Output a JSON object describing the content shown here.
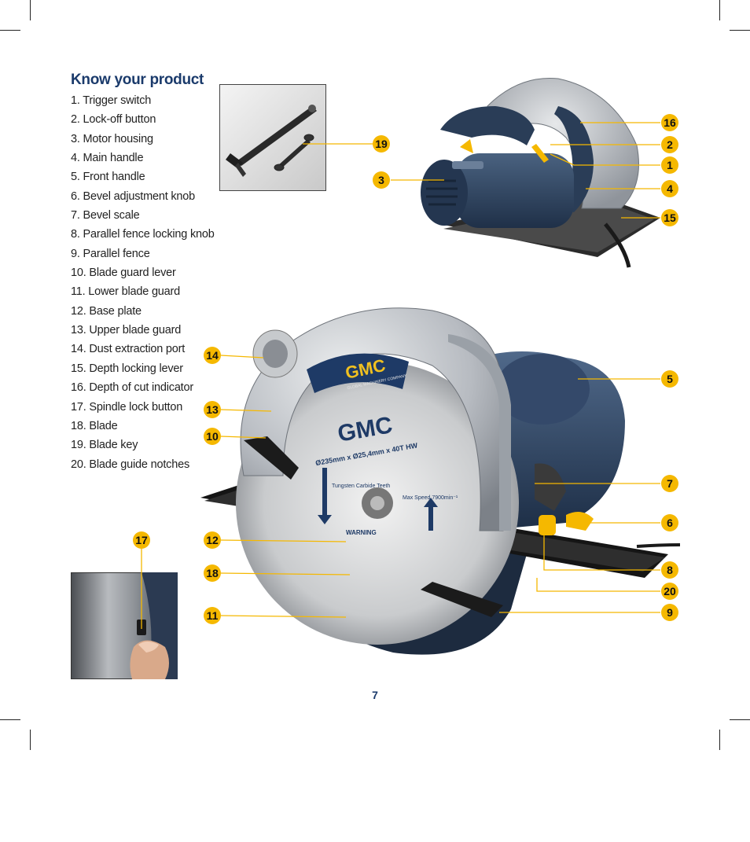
{
  "heading": "Know your product",
  "parts": [
    "1. Trigger switch",
    "2. Lock-off button",
    "3. Motor housing",
    "4. Main handle",
    "5. Front handle",
    "6. Bevel adjustment knob",
    "7. Bevel scale",
    "8. Parallel fence locking knob",
    "9. Parallel fence",
    "10. Blade guard lever",
    "11. Lower blade guard",
    "12. Base plate",
    "13. Upper blade guard",
    "14. Dust extraction port",
    "15. Depth locking lever",
    "16. Depth of cut indicator",
    "17. Spindle lock button",
    "18. Blade",
    "19. Blade key",
    "20. Blade guide notches"
  ],
  "callouts": {
    "c16": "16",
    "c2": "2",
    "c1": "1",
    "c4": "4",
    "c15": "15",
    "c19": "19",
    "c3": "3",
    "c14": "14",
    "c13": "13",
    "c10": "10",
    "c12": "12",
    "c18": "18",
    "c11": "11",
    "c17": "17",
    "c5": "5",
    "c7": "7",
    "c6": "6",
    "c8": "8",
    "c20": "20",
    "c9": "9"
  },
  "saw_labels": {
    "brand": "GMC",
    "brand_sub": "GLOBAL MACHINERY COMPANY",
    "blade_spec": "Ø235mm x Ø25,4mm x 40T HW",
    "blade_note": "Tungsten Carbide Teeth",
    "blade_speed": "Max Speed 7900min⁻¹",
    "blade_warning": "WARNING"
  },
  "page_number": "7",
  "colors": {
    "callout": "#f5b800",
    "heading": "#1a3a6b",
    "saw_body": "#2f4560",
    "guard": "#b8bcc2"
  }
}
